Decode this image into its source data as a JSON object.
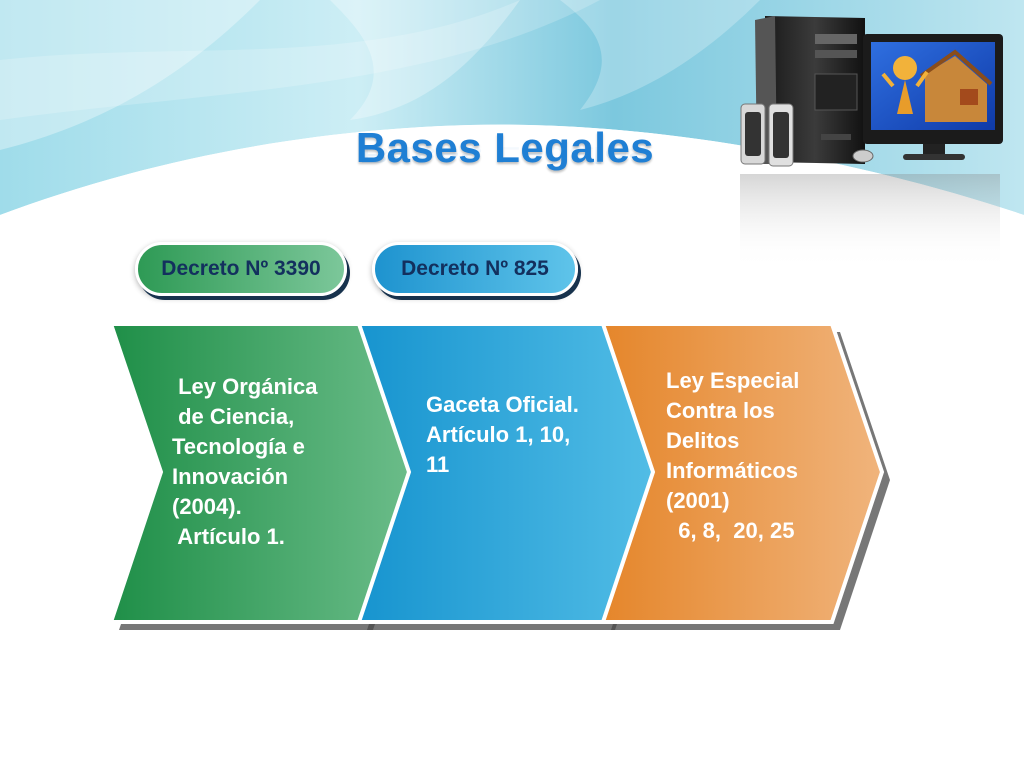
{
  "slide": {
    "title": "Bases Legales",
    "buttons": [
      {
        "label": "Decreto Nº 3390"
      },
      {
        "label": "Decreto Nº 825"
      }
    ],
    "steps": [
      {
        "text": " Ley Orgánica\n de Ciencia,\nTecnología e\nInnovación\n(2004).\n Artículo 1.",
        "color": "#2e9a55"
      },
      {
        "text": "Gaceta Oficial.\nArtículo 1, 10,\n11",
        "color": "#1e9ad4"
      },
      {
        "text": "Ley Especial\nContra los\nDelitos\nInformáticos\n(2001)\n  6, 8,  20, 25",
        "color": "#e78c35"
      }
    ]
  },
  "colors": {
    "title": "#1f7fd4",
    "button_text": "#13305e",
    "green": "#2e9a55",
    "blue": "#1e9ad4",
    "orange": "#e78c35"
  },
  "icons": [
    "desktop-computer-icon"
  ]
}
